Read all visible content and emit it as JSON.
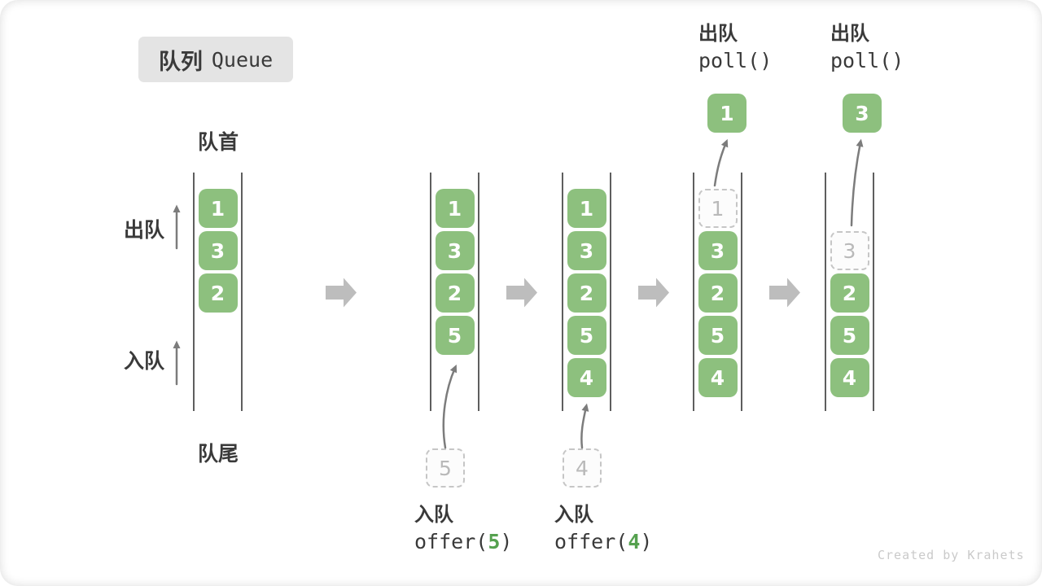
{
  "title": {
    "zh": "队列",
    "en": "Queue"
  },
  "side_labels": {
    "front": "队首",
    "rear": "队尾",
    "dequeue": "出队",
    "enqueue": "入队"
  },
  "states": [
    {
      "name": "initial",
      "boxes": [
        {
          "v": "1"
        },
        {
          "v": "3"
        },
        {
          "v": "2"
        }
      ]
    },
    {
      "name": "after-offer-5",
      "boxes": [
        {
          "v": "1"
        },
        {
          "v": "3"
        },
        {
          "v": "2"
        },
        {
          "v": "5"
        }
      ]
    },
    {
      "name": "after-offer-4",
      "boxes": [
        {
          "v": "1"
        },
        {
          "v": "3"
        },
        {
          "v": "2"
        },
        {
          "v": "5"
        },
        {
          "v": "4"
        }
      ]
    },
    {
      "name": "after-poll-1",
      "boxes": [
        {
          "v": "1",
          "dashed": true
        },
        {
          "v": "3"
        },
        {
          "v": "2"
        },
        {
          "v": "5"
        },
        {
          "v": "4"
        }
      ]
    },
    {
      "name": "after-poll-3",
      "boxes": [
        {
          "v": "3",
          "dashed": true
        },
        {
          "v": "2"
        },
        {
          "v": "5"
        },
        {
          "v": "4"
        }
      ]
    }
  ],
  "ops": {
    "enq5": {
      "label": "入队",
      "prefix": "offer(",
      "arg": "5",
      "suffix": ")",
      "detached": "5"
    },
    "enq4": {
      "label": "入队",
      "prefix": "offer(",
      "arg": "4",
      "suffix": ")",
      "detached": "4"
    },
    "poll1": {
      "label": "出队",
      "code": "poll()",
      "result": "1"
    },
    "poll2": {
      "label": "出队",
      "code": "poll()",
      "result": "3"
    }
  },
  "watermark": "Created by Krahets",
  "colors": {
    "green": "#8dc07e",
    "lineGray": "#5e5e5e",
    "blockArrow": "#bdbdbd",
    "thinArrow": "#7c7c7c",
    "dashedBorder": "#c6c6c6",
    "dashedText": "#b9b9b9",
    "textDark": "#3a3a3a",
    "codeGreen": "#55a14f",
    "titleBg": "#e4e4e4",
    "watermark": "#cacaca"
  }
}
